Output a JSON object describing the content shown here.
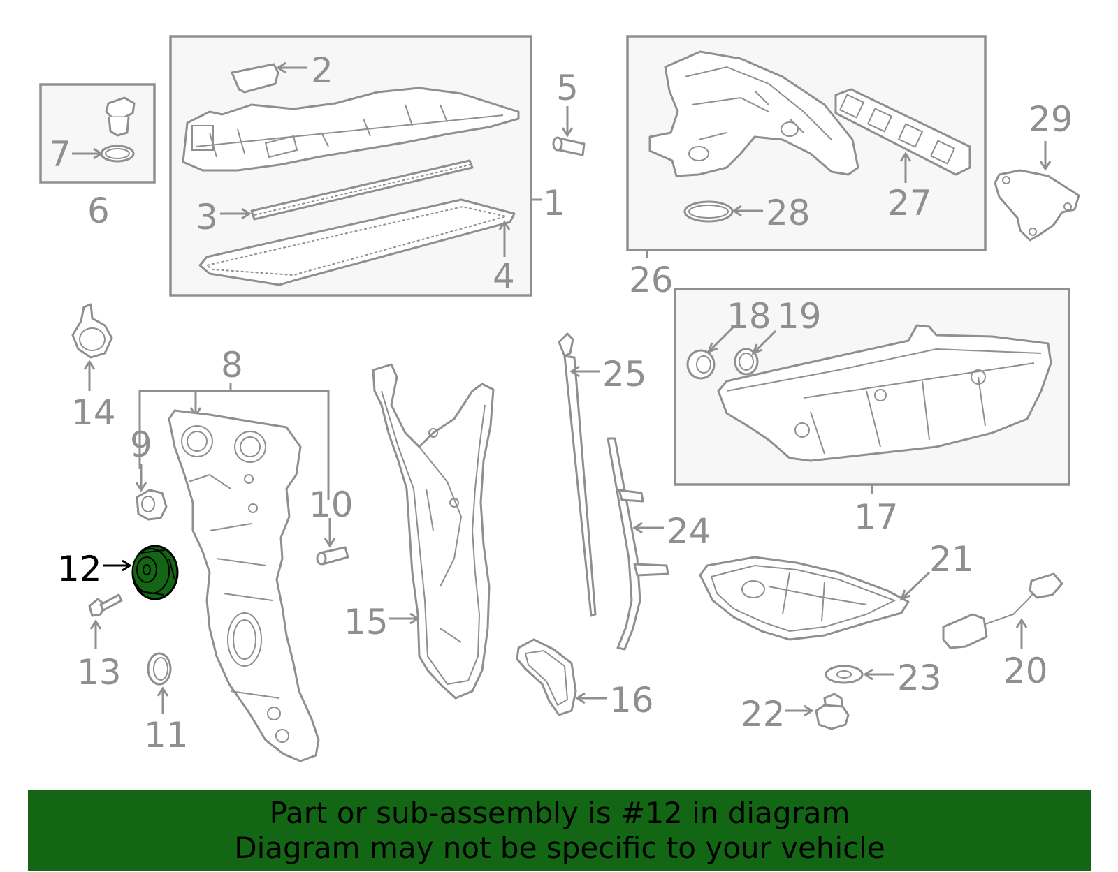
{
  "callouts": [
    {
      "id": "1",
      "text": "1"
    },
    {
      "id": "2",
      "text": "2"
    },
    {
      "id": "3",
      "text": "3"
    },
    {
      "id": "4",
      "text": "4"
    },
    {
      "id": "5",
      "text": "5"
    },
    {
      "id": "6",
      "text": "6"
    },
    {
      "id": "7",
      "text": "7"
    },
    {
      "id": "8",
      "text": "8"
    },
    {
      "id": "9",
      "text": "9"
    },
    {
      "id": "10",
      "text": "10"
    },
    {
      "id": "11",
      "text": "11"
    },
    {
      "id": "12",
      "text": "12"
    },
    {
      "id": "13",
      "text": "13"
    },
    {
      "id": "14",
      "text": "14"
    },
    {
      "id": "15",
      "text": "15"
    },
    {
      "id": "16",
      "text": "16"
    },
    {
      "id": "17",
      "text": "17"
    },
    {
      "id": "18",
      "text": "18"
    },
    {
      "id": "19",
      "text": "19"
    },
    {
      "id": "20",
      "text": "20"
    },
    {
      "id": "21",
      "text": "21"
    },
    {
      "id": "22",
      "text": "22"
    },
    {
      "id": "23",
      "text": "23"
    },
    {
      "id": "24",
      "text": "24"
    },
    {
      "id": "25",
      "text": "25"
    },
    {
      "id": "26",
      "text": "26"
    },
    {
      "id": "27",
      "text": "27"
    },
    {
      "id": "28",
      "text": "28"
    },
    {
      "id": "29",
      "text": "29"
    }
  ],
  "highlighted_part": "12",
  "colors": {
    "line": "#8f8f8f",
    "highlight": "#136613",
    "banner": "#136613"
  },
  "banner": {
    "line1": "Part or sub-assembly is #12 in diagram",
    "line2": "Diagram may not be specific to your vehicle"
  }
}
